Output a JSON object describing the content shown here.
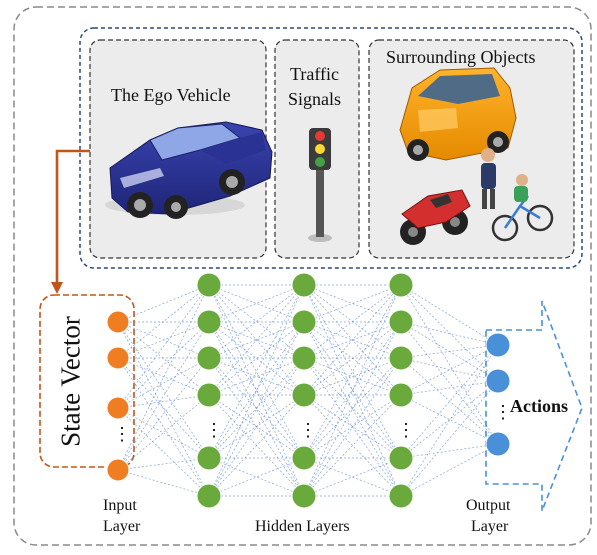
{
  "panels": {
    "ego_vehicle": "The Ego Vehicle",
    "traffic_line1": "Traffic",
    "traffic_line2": "Signals",
    "surrounding": "Surrounding Objects"
  },
  "network": {
    "state_vector": "State Vector",
    "input_label_line1": "Input",
    "input_label_line2": "Layer",
    "hidden_label": "Hidden Layers",
    "output_label_line1": "Output",
    "output_label_line2": "Layer",
    "actions": "Actions",
    "ellipsis": "⋮"
  },
  "colors": {
    "input_node": "#ef7d22",
    "hidden_node": "#6aaa3c",
    "output_node": "#4a90d9",
    "arrow": "#c0561a",
    "connection": "#5a86c8",
    "panel_fill": "#ececec"
  }
}
